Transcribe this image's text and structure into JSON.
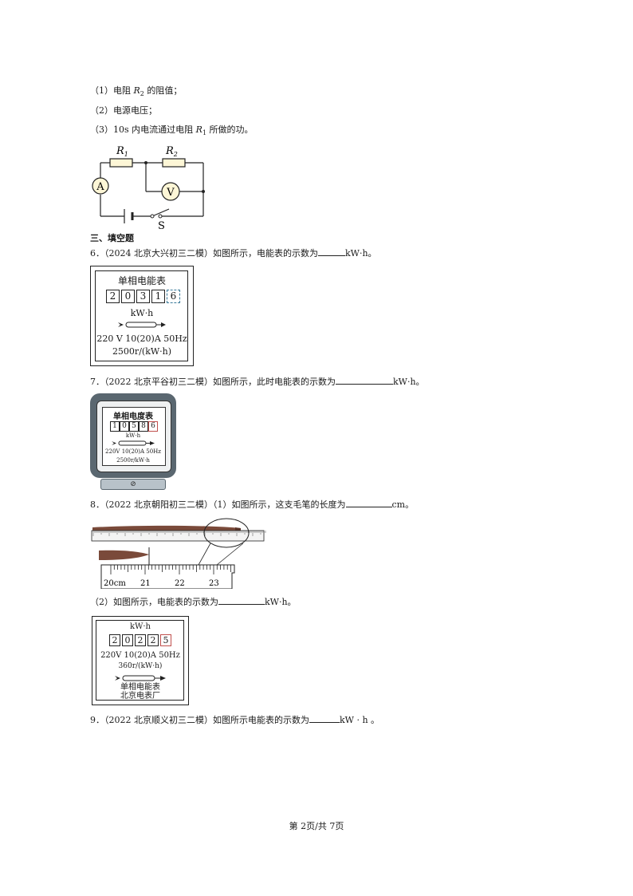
{
  "questions_top": [
    {
      "prefix": "（1）电阻 ",
      "sym": "R",
      "sub": "2",
      "suffix": " 的阻值；"
    },
    {
      "text": "（2）电源电压；"
    },
    {
      "prefix": "（3）10s 内电流通过电阻 ",
      "sym": "R",
      "sub": "1",
      "suffix": " 所做的功。"
    }
  ],
  "circuit": {
    "r1": "R",
    "r1_sub": "1",
    "r2": "R",
    "r2_sub": "2",
    "ammeter": "A",
    "voltmeter": "V",
    "switch": "S"
  },
  "section_title": "三、填空题",
  "q6": {
    "text_before": "6．（2024 北京大兴初三二模）如图所示，电能表的示数为",
    "text_after": "kW·h。"
  },
  "meter6": {
    "title": "单相电能表",
    "digits": [
      "2",
      "0",
      "3",
      "1",
      "6"
    ],
    "unit": "kW·h",
    "spec1": "220 V 10(20)A 50Hz",
    "spec2": "2500r/(kW·h)"
  },
  "q7": {
    "text_before": "7．（2022 北京平谷初三二模）如图所示，此时电能表的示数为",
    "text_after": "kW·h。"
  },
  "meter7": {
    "title": "单相电度表",
    "digits": [
      "1",
      "0",
      "5",
      "8",
      "6"
    ],
    "unit": "kW·h",
    "spec1": "220V 10(20)A 50Hz",
    "spec2": "2500r/kW·h",
    "knob": "⊘"
  },
  "q8": {
    "text_before": "8．（2022 北京朝阳初三二模）（1）如图所示，这支毛笔的长度为",
    "text_after": "cm。"
  },
  "ruler": {
    "labels": [
      "20cm",
      "21",
      "22",
      "23"
    ]
  },
  "q8b": {
    "text_before": "（2）如图所示，电能表的示数为",
    "text_after": "kW·h。"
  },
  "meter8": {
    "unit": "kW·h",
    "digits": [
      "2",
      "0",
      "2",
      "2",
      "5"
    ],
    "spec1": "220V 10(20)A 50Hz",
    "spec2": "360r/(kW·h)",
    "name": "单相电能表",
    "maker": "北京电表厂"
  },
  "q9": {
    "text_before": "9．（2022 北京顺义初三二模）如图所示电能表的示数为",
    "text_after": "kW · h 。"
  },
  "footer": "第 2页/共 7页",
  "colors": {
    "last_digit": "#c0504d",
    "meter_frame": "#5a6770",
    "brush": "#7a4a3a"
  }
}
